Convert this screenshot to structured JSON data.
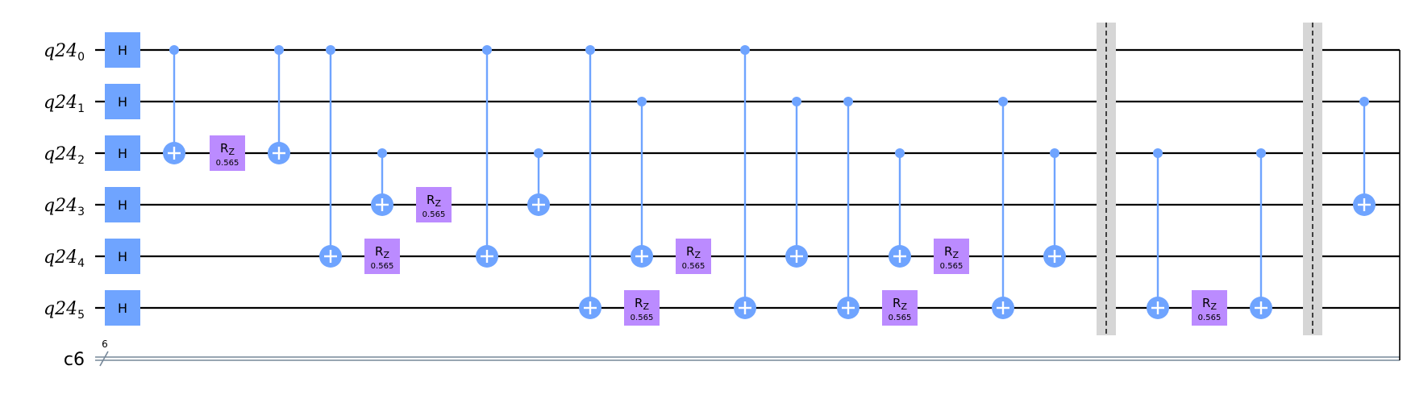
{
  "colors": {
    "h_gate": "#6fa4ff",
    "cx": "#6fa4ff",
    "rz_gate": "#bb8bff",
    "barrier": "#d6d6d6",
    "wire": "#000000",
    "classical_wire": "#778899"
  },
  "circuit": {
    "qubits": [
      {
        "register": "q24",
        "index": "0"
      },
      {
        "register": "q24",
        "index": "1"
      },
      {
        "register": "q24",
        "index": "2"
      },
      {
        "register": "q24",
        "index": "3"
      },
      {
        "register": "q24",
        "index": "4"
      },
      {
        "register": "q24",
        "index": "5"
      }
    ],
    "classical": {
      "label": "c6",
      "size": "6"
    },
    "operations": [
      {
        "type": "h",
        "targets": [
          0,
          1,
          2,
          3,
          4,
          5
        ]
      },
      {
        "type": "cx",
        "control": 0,
        "target": 2
      },
      {
        "type": "rz",
        "qubit": 2,
        "label": "R",
        "sub": "Z",
        "param": "0.565"
      },
      {
        "type": "cx",
        "control": 0,
        "target": 2
      },
      {
        "type": "cx",
        "control": 0,
        "target": 4
      },
      {
        "type": "cx",
        "control": 2,
        "target": 3
      },
      {
        "type": "rz",
        "qubit": 4,
        "label": "R",
        "sub": "Z",
        "param": "0.565"
      },
      {
        "type": "rz",
        "qubit": 3,
        "label": "R",
        "sub": "Z",
        "param": "0.565"
      },
      {
        "type": "cx",
        "control": 0,
        "target": 4
      },
      {
        "type": "cx",
        "control": 2,
        "target": 3
      },
      {
        "type": "cx",
        "control": 0,
        "target": 5
      },
      {
        "type": "cx",
        "control": 1,
        "target": 4
      },
      {
        "type": "rz",
        "qubit": 5,
        "label": "R",
        "sub": "Z",
        "param": "0.565"
      },
      {
        "type": "rz",
        "qubit": 4,
        "label": "R",
        "sub": "Z",
        "param": "0.565"
      },
      {
        "type": "cx",
        "control": 0,
        "target": 5
      },
      {
        "type": "cx",
        "control": 1,
        "target": 4
      },
      {
        "type": "cx",
        "control": 1,
        "target": 5
      },
      {
        "type": "cx",
        "control": 2,
        "target": 4
      },
      {
        "type": "rz",
        "qubit": 5,
        "label": "R",
        "sub": "Z",
        "param": "0.565"
      },
      {
        "type": "rz",
        "qubit": 4,
        "label": "R",
        "sub": "Z",
        "param": "0.565"
      },
      {
        "type": "cx",
        "control": 1,
        "target": 5
      },
      {
        "type": "cx",
        "control": 2,
        "target": 4
      },
      {
        "type": "barrier"
      },
      {
        "type": "cx",
        "control": 2,
        "target": 5
      },
      {
        "type": "rz",
        "qubit": 5,
        "label": "R",
        "sub": "Z",
        "param": "0.565"
      },
      {
        "type": "cx",
        "control": 2,
        "target": 5
      },
      {
        "type": "barrier"
      },
      {
        "type": "cx",
        "control": 1,
        "target": 3
      }
    ]
  },
  "labels": {
    "h_gate": "H"
  }
}
